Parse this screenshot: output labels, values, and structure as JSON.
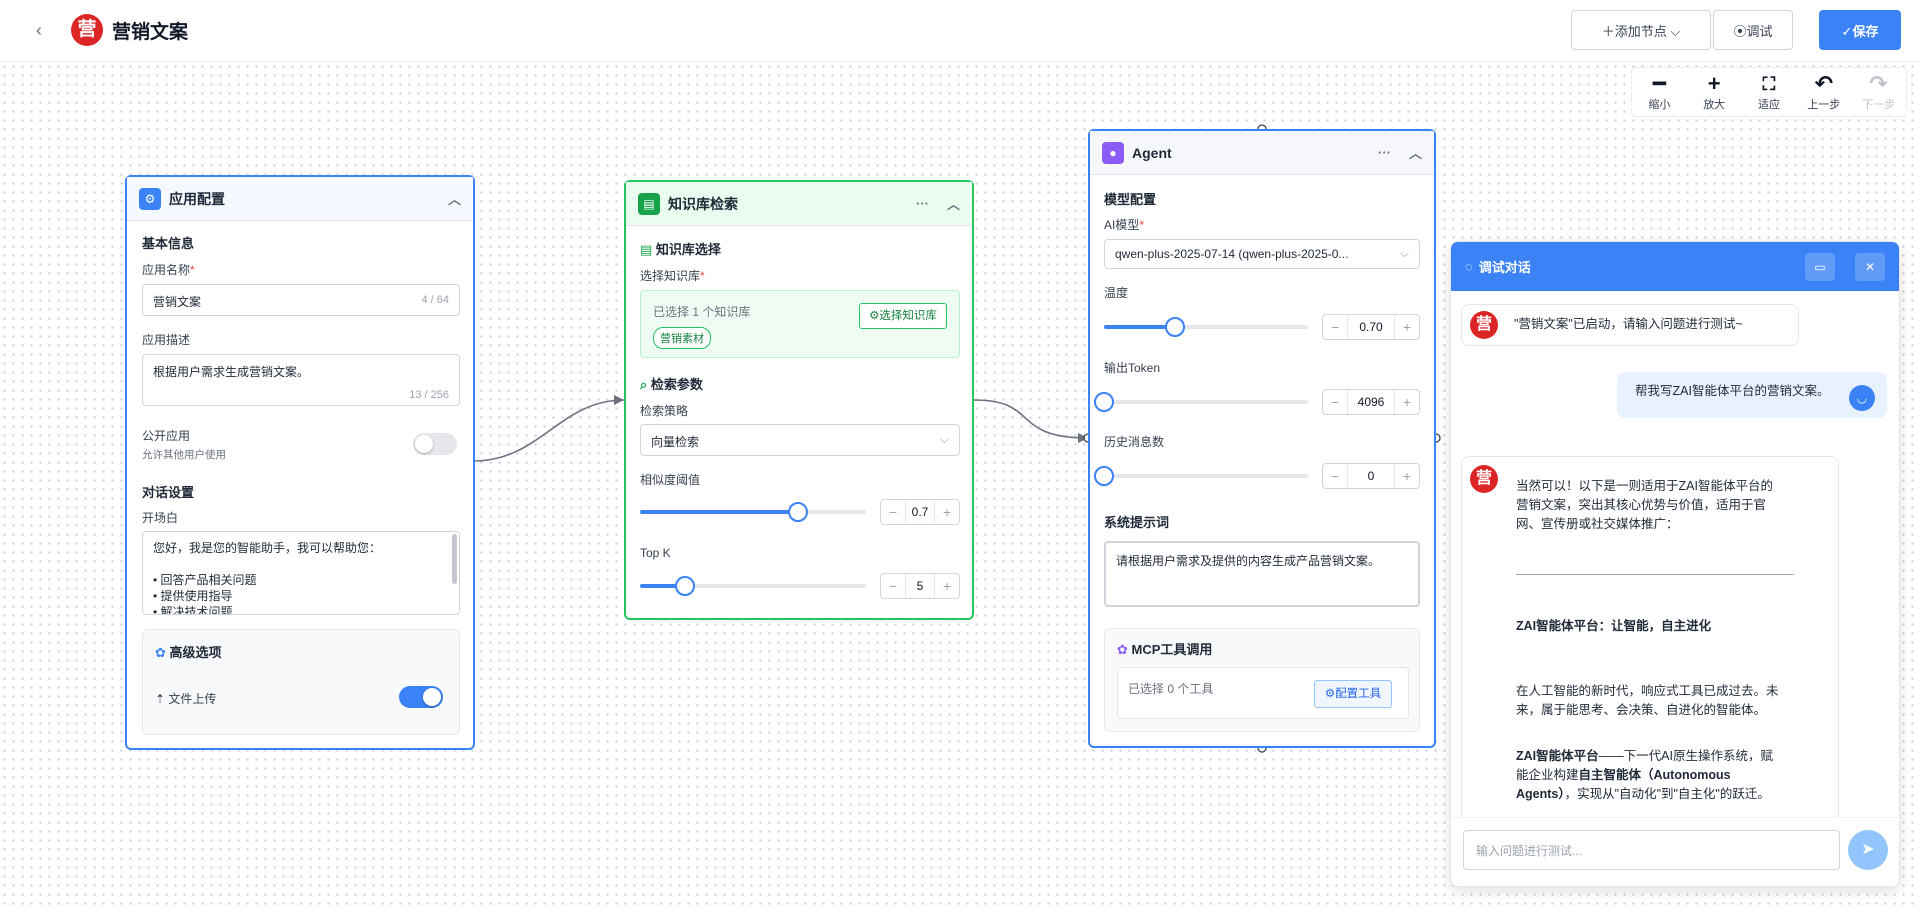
{
  "app": {
    "logo_char": "营",
    "title": "营销文案",
    "back_icon": "‹"
  },
  "header": {
    "add_node": "＋添加节点 ⌵",
    "debug": "⦿调试",
    "save": "✓保存"
  },
  "toolbar": {
    "zoom_out": "缩小",
    "zoom_in": "放大",
    "fit": "适应",
    "undo": "上一步",
    "redo": "下一步"
  },
  "app_config": {
    "title": "应用配置",
    "icon": "⚙",
    "basic_info": "基本信息",
    "name_label": "应用名称",
    "name_value": "营销文案",
    "name_count": "4 / 64",
    "desc_label": "应用描述",
    "desc_value": "根据用户需求生成营销文案。",
    "desc_count": "13 / 256",
    "public_label": "公开应用",
    "public_hint": "允许其他用户使用",
    "public_on": false,
    "dialog_settings": "对话设置",
    "opening_label": "开场白",
    "opening_lines": [
      "您好，我是您的智能助手，我可以帮助您：",
      "",
      "• 回答产品相关问题",
      "• 提供使用指导",
      "• 解决技术问题"
    ],
    "advanced": "高级选项",
    "file_upload": "文件上传",
    "file_upload_on": true
  },
  "kb": {
    "title": "知识库检索",
    "icon": "▤",
    "select_section": "知识库选择",
    "select_label": "选择知识库",
    "selected_text": "已选择 1 个知识库",
    "tag": "营销素材",
    "select_button": "⚙选择知识库",
    "params_section": "检索参数",
    "strategy_label": "检索策略",
    "strategy_value": "向量检索",
    "similarity_label": "相似度阈值",
    "similarity_value": "0.7",
    "similarity_fraction": 0.7,
    "topk_label": "Top K",
    "topk_value": "5",
    "topk_fraction": 0.2
  },
  "agent": {
    "title": "Agent",
    "icon": "👤",
    "model_section": "模型配置",
    "model_label": "AI模型",
    "model_value": "qwen-plus-2025-07-14 (qwen-plus-2025-0...",
    "temp_label": "温度",
    "temp_value": "0.70",
    "temp_fraction": 0.35,
    "token_label": "输出Token",
    "token_value": "4096",
    "token_fraction": 0,
    "history_label": "历史消息数",
    "history_value": "0",
    "history_fraction": 0,
    "system_section": "系统提示词",
    "system_value": "请根据用户需求及提供的内容生成产品营销文案。",
    "mcp_title": "MCP工具调用",
    "mcp_selected": "已选择 0 个工具",
    "mcp_button": "⚙配置工具"
  },
  "chat": {
    "title": "调试对话",
    "greeting": "\"营销文案\"已启动，请输入问题进行测试~",
    "user_msg": "帮我写ZAI智能体平台的营销文案。",
    "reply_intro": [
      "当然可以！以下是一则适用于ZAI智能体平台的",
      "营销文案，突出其核心优势与价值，适用于官",
      "网、宣传册或社交媒体推广："
    ],
    "reply_heading": "ZAI智能体平台：让智能，自主进化",
    "reply_p1": [
      "在人工智能的新时代，响应式工具已成过去。未",
      "来，属于能思考、会决策、自进化的智能体。"
    ],
    "reply_p2_bold": "ZAI智能体平台",
    "reply_p2_rest": "——下一代AI原生操作系统，赋",
    "reply_p2_line2": "能企业构建",
    "reply_p2_bold2": "自主智能体（Autonomous",
    "reply_p2_line3_bold": "Agents）",
    "reply_p2_line3": "，实现从\"自动化\"到\"自主化\"的跃迁。",
    "input_placeholder": "输入问题进行测试..."
  },
  "colors": {
    "primary": "#3b82f6",
    "kb_green": "#22c55e",
    "agent_purple": "#8b5cf6",
    "brand_red": "#dc2626"
  }
}
